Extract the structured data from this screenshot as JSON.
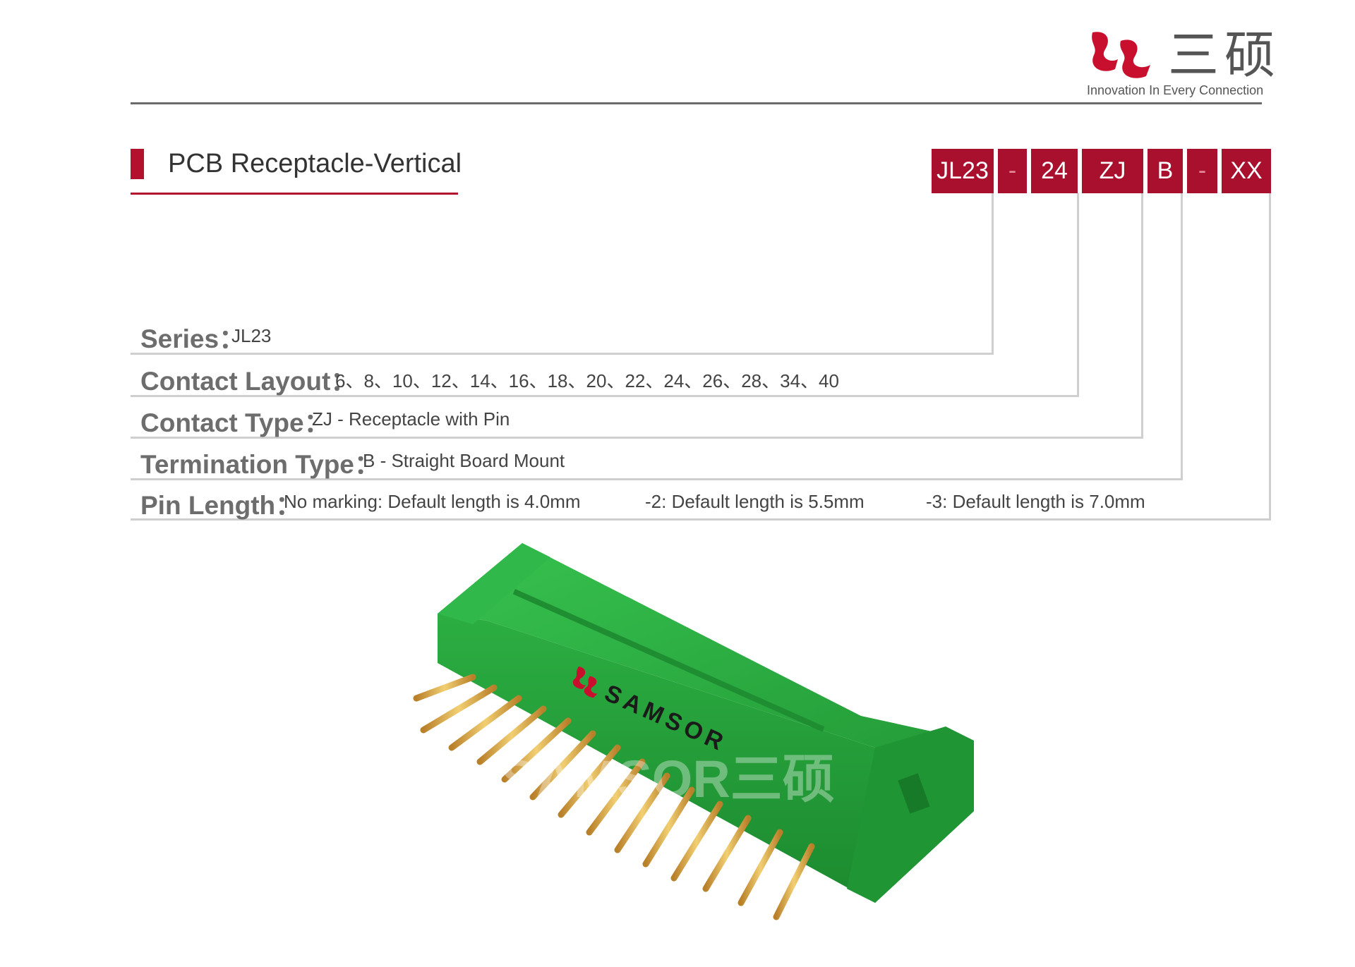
{
  "header": {
    "brand_cn": "三硕",
    "tagline": "Innovation In Every Connection"
  },
  "title": "PCB Receptacle-Vertical",
  "part_code": [
    "JL23",
    "-",
    "24",
    "ZJ",
    "B",
    "-",
    "XX"
  ],
  "specs": {
    "series": {
      "label": "Series：",
      "value": "JL23"
    },
    "contact_layout": {
      "label": "Contact Layout：",
      "value": "6、8、10、12、14、16、18、20、22、24、26、28、34、40"
    },
    "contact_type": {
      "label": "Contact Type：",
      "value": "ZJ - Receptacle with Pin"
    },
    "termination_type": {
      "label": "Termination Type：",
      "value": "B - Straight Board Mount"
    },
    "pin_length": {
      "label": "Pin Length：",
      "values": [
        "No marking: Default length is 4.0mm",
        "-2: Default length is 5.5mm",
        "-3: Default length is 7.0mm"
      ]
    }
  },
  "product": {
    "logo_text": "SAMSOR",
    "watermark": "SAMSOR三硕"
  },
  "colors": {
    "brand_red": "#b3122e",
    "box_red": "#a8102e",
    "connector_green": "#22a33a",
    "pin_gold": "#d9a640"
  }
}
